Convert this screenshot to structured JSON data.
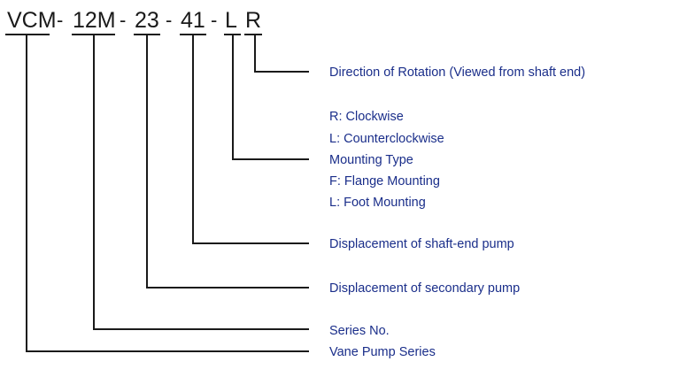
{
  "code": {
    "segments": [
      "VCM",
      "12M",
      "23",
      "41",
      "L",
      "R"
    ],
    "separator": "-"
  },
  "descriptions": {
    "rotation": "Direction of Rotation (Viewed from shaft end)",
    "rotation_r": "R: Clockwise",
    "rotation_l": "L: Counterclockwise",
    "mounting": "Mounting Type",
    "mounting_f": "F: Flange Mounting",
    "mounting_l": "L: Foot Mounting",
    "shaft_end_disp": "Displacement of shaft-end pump",
    "secondary_disp": "Displacement of secondary pump",
    "series_no": "Series No.",
    "vane_series": "Vane Pump Series"
  },
  "colors": {
    "text": "#1a1a1a",
    "description": "#1a2e8a",
    "lines": "#1a1a1a"
  }
}
